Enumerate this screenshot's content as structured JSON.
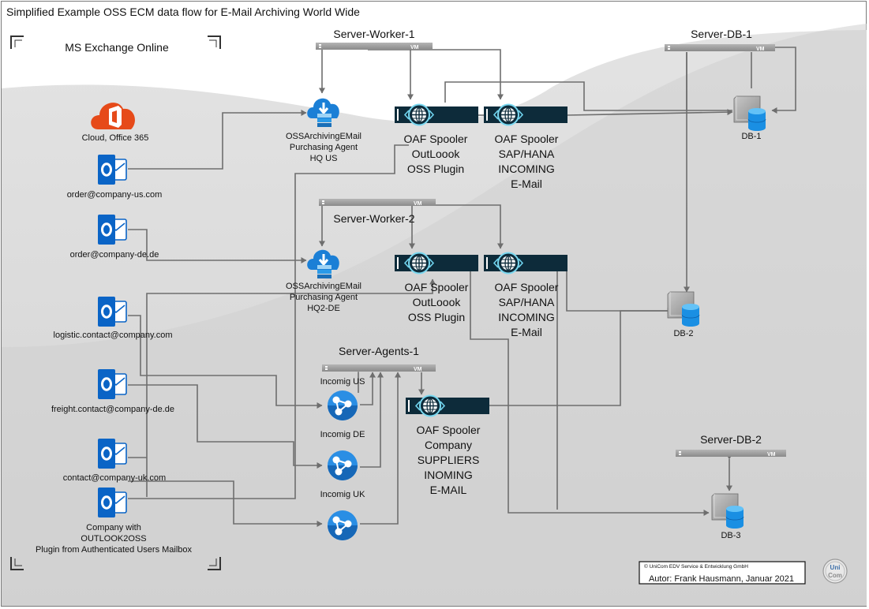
{
  "title": "Simplified Example OSS ECM data flow for E-Mail Archiving World Wide",
  "exchange": {
    "label": "MS Exchange Online"
  },
  "cloud": {
    "label": "Cloud, Office 365"
  },
  "mailboxes": [
    {
      "label": "order@company-us.com"
    },
    {
      "label": "order@company-de.de"
    },
    {
      "label": "logistic.contact@company.com"
    },
    {
      "label": "freight.contact@company-de.de"
    },
    {
      "label": "contact@company-uk.com"
    }
  ],
  "outlook_plugin": {
    "line1": "Company with",
    "line2": "OUTLOOK2OSS",
    "line3": "Plugin from Authenticated Users Mailbox"
  },
  "vm_tag": "VM",
  "servers": {
    "worker1": "Server-Worker-1",
    "worker2": "Server-Worker-2",
    "agents1": "Server-Agents-1",
    "db1": "Server-DB-1",
    "db2": "Server-DB-2"
  },
  "agents": {
    "us": {
      "line1": "OSSArchivingEMail",
      "line2": "Purchasing Agent",
      "line3": "HQ US"
    },
    "de": {
      "line1": "OSSArchivingEMail",
      "line2": "Purchasing Agent",
      "line3": "HQ2-DE"
    }
  },
  "spoolers": {
    "w1_outlook": [
      "OAF Spooler",
      "OutLoook",
      "OSS Plugin"
    ],
    "w1_sap": [
      "OAF Spooler",
      "SAP/HANA",
      "INCOMING",
      "E-Mail"
    ],
    "w2_outlook": [
      "OAF Spooler",
      "OutLoook",
      "OSS Plugin"
    ],
    "w2_sap": [
      "OAF Spooler",
      "SAP/HANA",
      "INCOMING",
      "E-Mail"
    ],
    "suppliers": [
      "OAF Spooler",
      "Company",
      "SUPPLIERS",
      "INOMING",
      "E-MAIL"
    ]
  },
  "incoming": {
    "us": "Incomig US",
    "de": "Incomig DE",
    "uk": "Incomig UK"
  },
  "databases": {
    "db1": "DB-1",
    "db2": "DB-2",
    "db3": "DB-3"
  },
  "credits": {
    "company": "© UniCom EDV Service & Entwicklung GmbH",
    "author": "Autor: Frank Hausmann, Januar 2021"
  },
  "logo": {
    "line1": "Uni",
    "line2": "Com"
  },
  "colors": {
    "office_orange": "#e64a19",
    "outlook_blue": "#0a64c6",
    "azure_blue": "#1b7fd6",
    "spooler_dark": "#0d2b3a",
    "db_blue": "#1a8fe3",
    "vm_bar": "#9b9b9b",
    "connector": "#6e6e6e"
  }
}
